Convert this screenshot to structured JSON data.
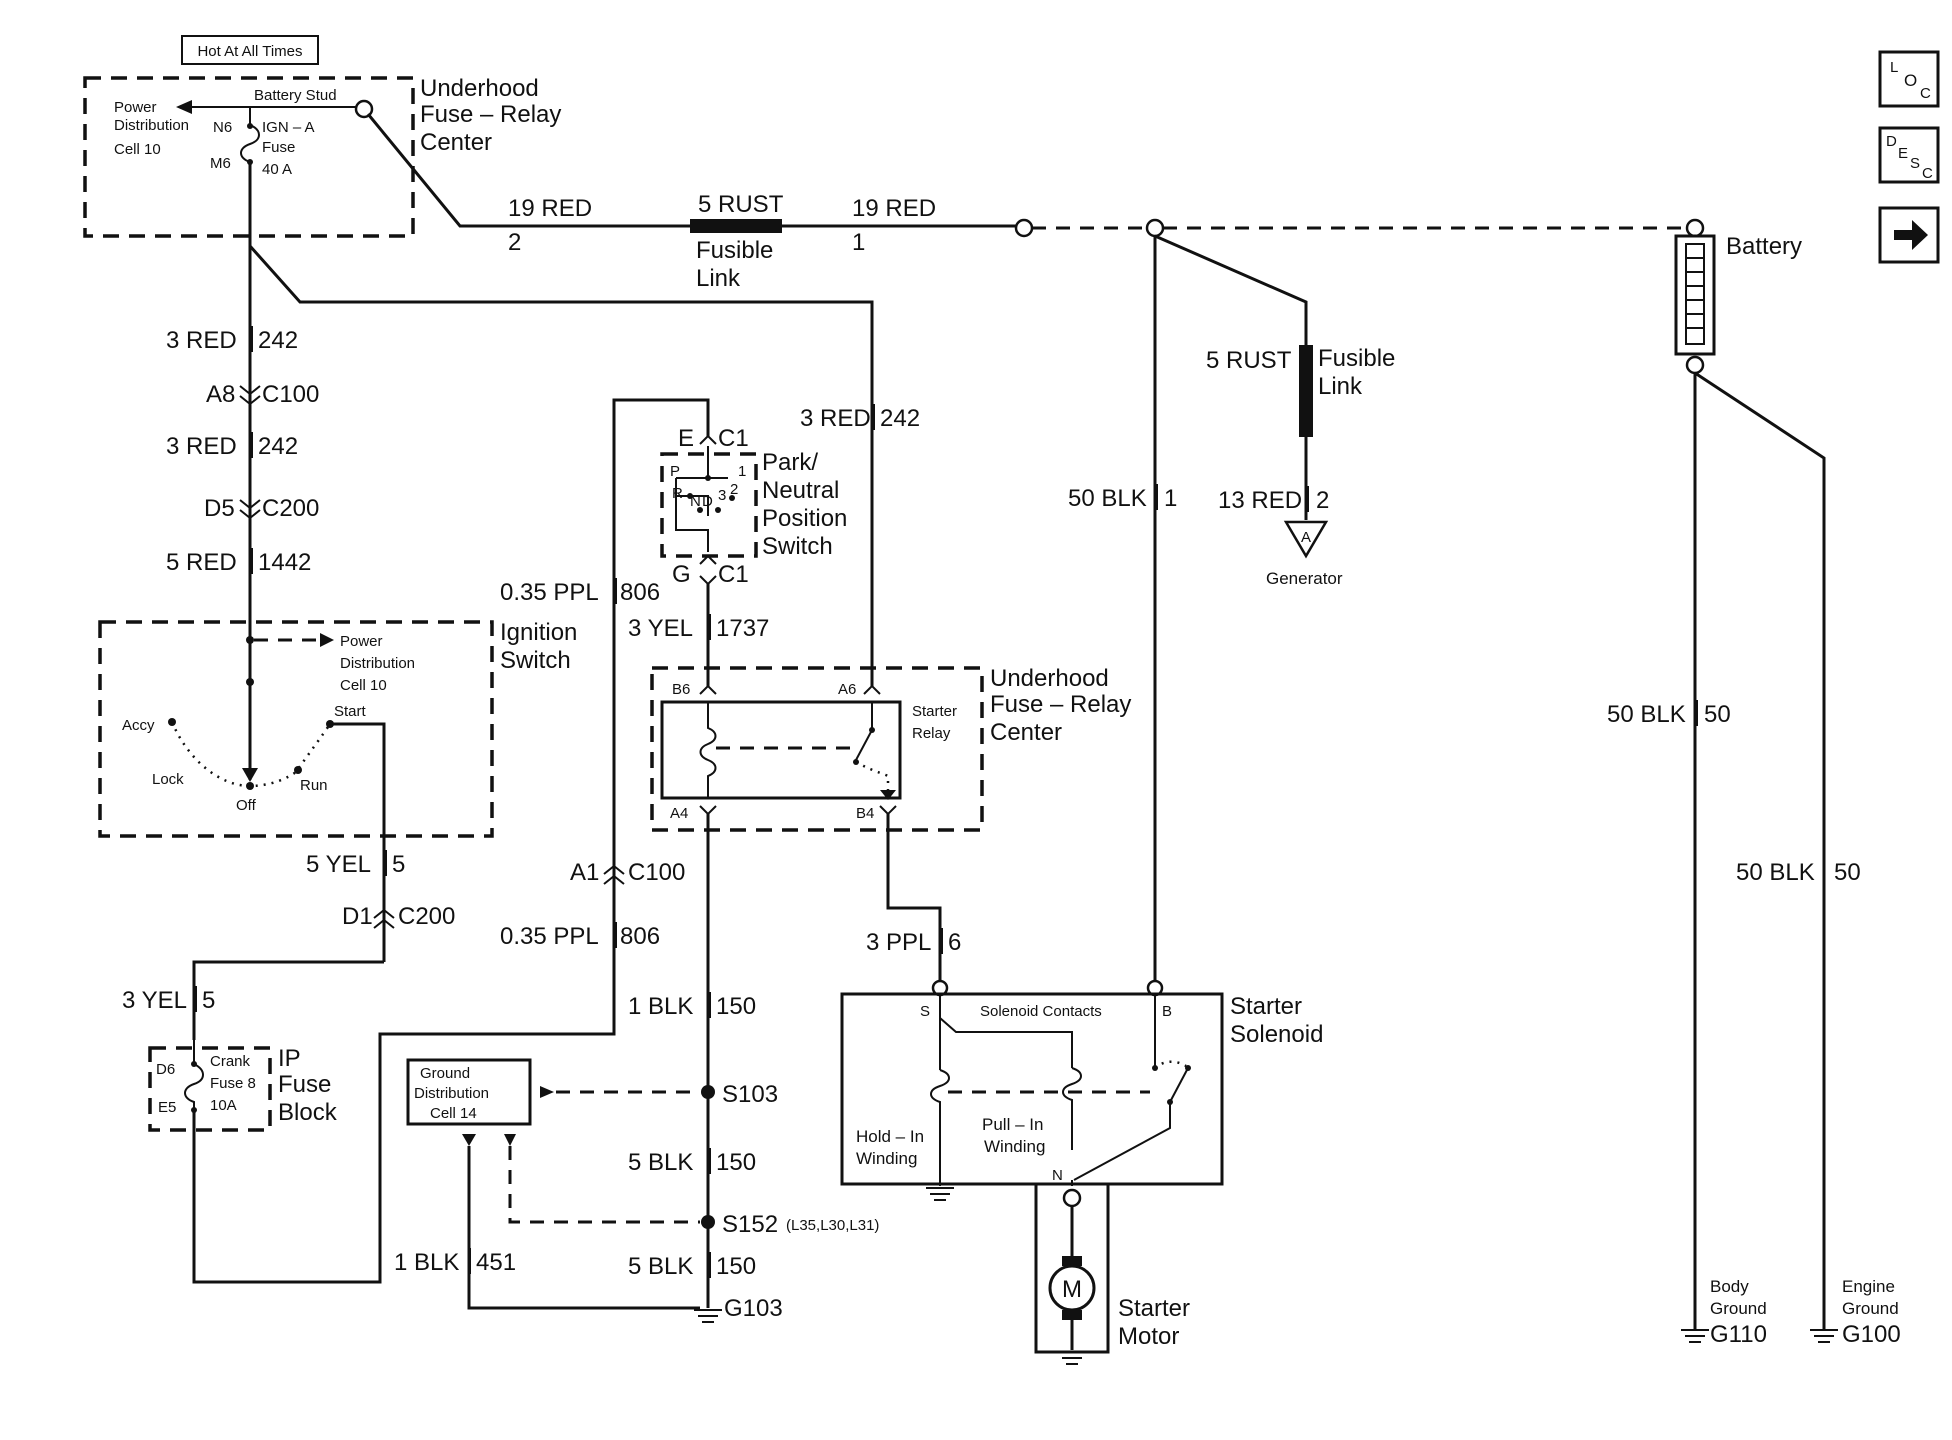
{
  "labels": {
    "hot_at_all_times": "Hot At All Times",
    "battery_stud": "Battery Stud",
    "power_dist_1": "Power",
    "power_dist_2": "Distribution",
    "power_dist_3": "Cell 10",
    "n6": "N6",
    "m6": "M6",
    "ign_a_1": "IGN – A",
    "ign_a_2": "Fuse",
    "ign_a_3": "40 A",
    "uh_relay_1": "Underhood",
    "uh_relay_2": "Fuse – Relay",
    "uh_relay_3": "Center",
    "w19red_a": "19 RED",
    "w19red_a_num": "2",
    "w5rust_top": "5 RUST",
    "fusible_1": "Fusible",
    "fusible_2": "Link",
    "w19red_b": "19 RED",
    "w19red_b_num": "1",
    "battery": "Battery",
    "w3red_242_a": "3 RED",
    "c242_a": "242",
    "a8": "A8",
    "c100_a": "C100",
    "w3red_242_b": "3 RED",
    "c242_b": "242",
    "d5": "D5",
    "c200_a": "C200",
    "w5red": "5 RED",
    "c1442": "1442",
    "e": "E",
    "c1_top": "C1",
    "pn_1": "Park/",
    "pn_2": "Neutral",
    "pn_3": "Position",
    "pn_4": "Switch",
    "pn_p": "P",
    "pn_r": "R",
    "pn_n": "N",
    "pn_d": "D",
    "pn_3g": "3",
    "pn_2g": "2",
    "pn_1g": "1",
    "g": "G",
    "c1_bot": "C1",
    "w3red_242_c": "3 RED",
    "c242_c": "242",
    "w5rust_b": "5 RUST",
    "fusible_b_1": "Fusible",
    "fusible_b_2": "Link",
    "w50blk_1": "50 BLK",
    "w50blk_1_num": "1",
    "w13red": "13 RED",
    "w13red_num": "2",
    "generator": "Generator",
    "gen_a": "A",
    "w035ppl_a": "0.35 PPL",
    "c806_a": "806",
    "ign_sw_1": "Ignition",
    "ign_sw_2": "Switch",
    "pd2_1": "Power",
    "pd2_2": "Distribution",
    "pd2_3": "Cell 10",
    "start": "Start",
    "accy": "Accy",
    "lock": "Lock",
    "off": "Off",
    "run": "Run",
    "w3yel": "3 YEL",
    "c1737": "1737",
    "b6": "B6",
    "a6": "A6",
    "starter_relay_1": "Starter",
    "starter_relay_2": "Relay",
    "uh2_1": "Underhood",
    "uh2_2": "Fuse – Relay",
    "uh2_3": "Center",
    "a4": "A4",
    "b4": "B4",
    "w50blk_50a": "50 BLK",
    "c50a": "50",
    "w50blk_50b": "50 BLK",
    "c50b": "50",
    "w5yel": "5 YEL",
    "c5a": "5",
    "a1": "A1",
    "c100_b": "C100",
    "d1": "D1",
    "c200_b": "C200",
    "w035ppl_b": "0.35 PPL",
    "c806_b": "806",
    "w3ppl": "3 PPL",
    "c6": "6",
    "w3yel_b": "3 YEL",
    "c5b": "5",
    "w1blk_a": "1 BLK",
    "c150_a": "150",
    "s_term": "S",
    "sol_contacts": "Solenoid Contacts",
    "b_term": "B",
    "starter_sol_1": "Starter",
    "starter_sol_2": "Solenoid",
    "d6": "D6",
    "e5": "E5",
    "crank_1": "Crank",
    "crank_2": "Fuse 8",
    "crank_3": "10A",
    "ip_1": "IP",
    "ip_2": "Fuse",
    "ip_3": "Block",
    "gnd_dist_1": "Ground",
    "gnd_dist_2": "Distribution",
    "gnd_dist_3": "Cell 14",
    "s103": "S103",
    "w5blk_a": "5 BLK",
    "c150_b": "150",
    "hold_1": "Hold – In",
    "hold_2": "Winding",
    "pull_1": "Pull – In",
    "pull_2": "Winding",
    "n_term": "N",
    "s152": "S152",
    "s152_opt": "(L35,L30,L31)",
    "w1blk_b": "1 BLK",
    "c451": "451",
    "w5blk_b": "5 BLK",
    "c150_c": "150",
    "g103": "G103",
    "motor_m": "M",
    "starter_motor_1": "Starter",
    "starter_motor_2": "Motor",
    "body_gnd_1": "Body",
    "body_gnd_2": "Ground",
    "g110": "G110",
    "engine_gnd_1": "Engine",
    "engine_gnd_2": "Ground",
    "g100": "G100"
  },
  "nav": {
    "loc_l": "L",
    "loc_o": "O",
    "loc_c": "C",
    "desc_d": "D",
    "desc_e": "E",
    "desc_s": "S",
    "desc_c": "C",
    "next_icon": "arrow-right-icon"
  }
}
